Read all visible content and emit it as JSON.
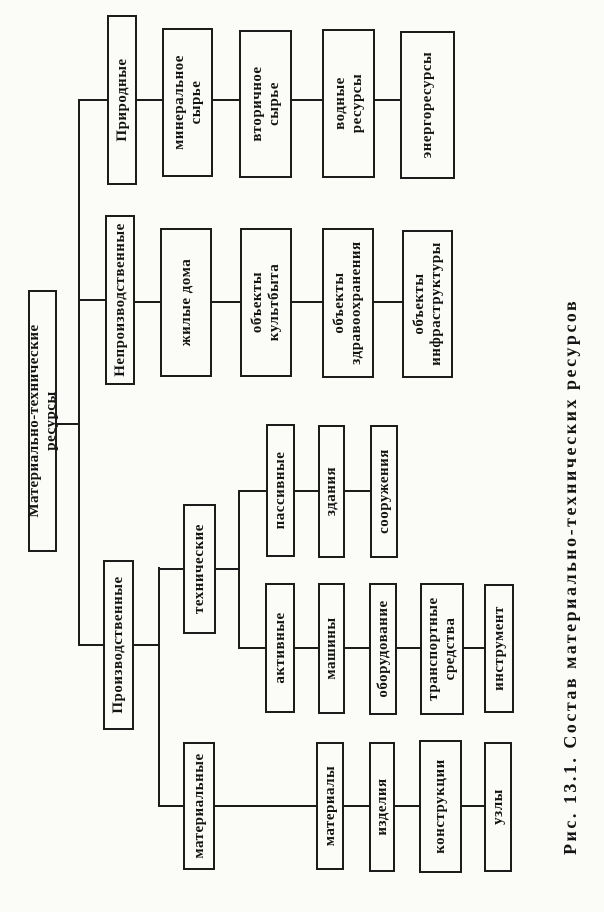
{
  "caption": "Рис. 13.1. Состав материально-технических ресурсов",
  "diagram": {
    "root": "Материально-технические ресурсы",
    "production": {
      "label": "Производственные",
      "material": {
        "label": "материальные",
        "leaves": [
          "материалы",
          "изделия",
          "конструкции",
          "узлы"
        ]
      },
      "technical": {
        "label": "технические",
        "active": {
          "label": "активные",
          "leaves": [
            "машины",
            "оборудование",
            "транспортные\nсредства",
            "инструмент"
          ]
        },
        "passive": {
          "label": "пассивные",
          "leaves": [
            "здания",
            "сооружения"
          ]
        }
      }
    },
    "non_production": {
      "label": "Непроизводственные",
      "leaves": [
        "жилые дома",
        "объекты\nкультбыта",
        "объекты\nздравоохранения",
        "объекты\nинфраструктуры"
      ]
    },
    "natural": {
      "label": "Природные",
      "leaves": [
        "минеральное\nсырье",
        "вторичное\nсырье",
        "водные\nресурсы",
        "энергоресурсы"
      ]
    }
  }
}
